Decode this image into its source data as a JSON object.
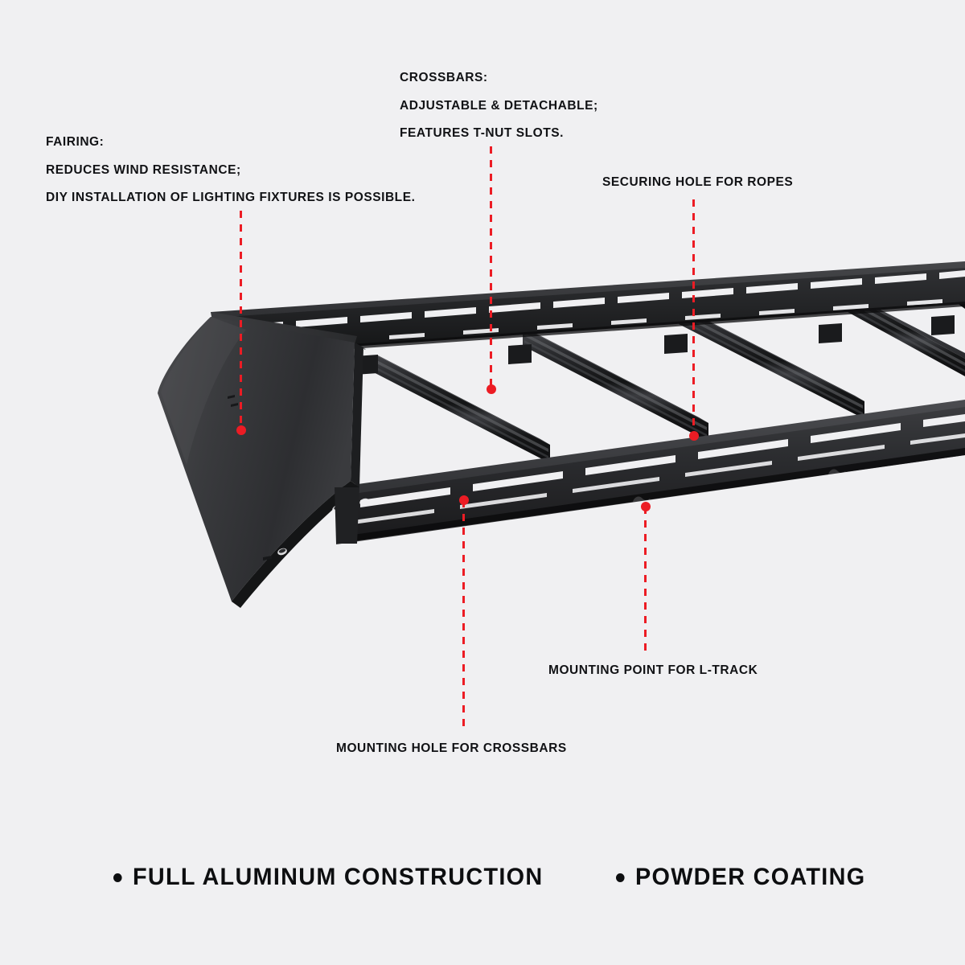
{
  "meta": {
    "background_color": "#f0f0f2",
    "accent_color": "#ec1c24",
    "text_color": "#111215",
    "product_color": "#262729"
  },
  "callouts": [
    {
      "id": "fairing",
      "lines": [
        "FAIRING:",
        "REDUCES WIND RESISTANCE;",
        "DIY INSTALLATION OF LIGHTING FIXTURES IS POSSIBLE."
      ]
    },
    {
      "id": "crossbars",
      "lines": [
        "CROSSBARS:",
        "ADJUSTABLE & DETACHABLE;",
        "FEATURES T-NUT SLOTS."
      ]
    },
    {
      "id": "securing-hole",
      "lines": [
        "SECURING HOLE FOR ROPES"
      ]
    },
    {
      "id": "l-track",
      "lines": [
        "MOUNTING POINT FOR L-TRACK"
      ]
    },
    {
      "id": "mounting-hole",
      "lines": [
        "MOUNTING HOLE FOR CROSSBARS"
      ]
    }
  ],
  "features": [
    {
      "label": "FULL ALUMINUM CONSTRUCTION",
      "bullet": "bullet-dot"
    },
    {
      "label": "POWDER COATING",
      "bullet": "bullet-dot"
    }
  ],
  "product": {
    "name": "roof-rack-platform",
    "parts": [
      "fairing-wind-deflector",
      "far-side-rail",
      "near-side-rail",
      "crossbar-1",
      "crossbar-2",
      "crossbar-3",
      "crossbar-4",
      "crossbar-5"
    ]
  }
}
